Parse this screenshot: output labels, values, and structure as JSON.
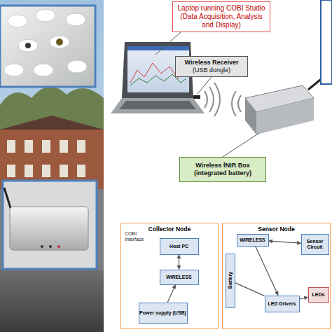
{
  "diagram": {
    "nodes": [
      {
        "text": [
          "Laptop running COBI Studio (Data Acquisition, Analysis and Display)"
        ]
      },
      {
        "text": [
          "Wireless Receiver",
          "(USB dongle)"
        ]
      },
      {
        "text": [
          "Wireless fNIR Box",
          "(integrated battery)"
        ]
      },
      {
        "text": [
          "Collector Node"
        ]
      },
      {
        "text": [
          "Host PC"
        ],
        "in": 3
      },
      {
        "text": [
          "WIRELESS"
        ],
        "in": 3
      },
      {
        "text": [
          "Power supply (USB)"
        ],
        "in": 3
      },
      {
        "text": [
          "Sensor Node"
        ]
      },
      {
        "text": [
          "WIRELESS"
        ],
        "in": 7
      },
      {
        "text": [
          "Sensor Circuit"
        ],
        "in": 7
      },
      {
        "text": [
          "Battery"
        ],
        "in": 7
      },
      {
        "text": [
          "LED Drivers"
        ],
        "in": 7
      },
      {
        "text": [
          "LEDs"
        ],
        "in": 7
      }
    ],
    "edges": [
      {
        "from": 4,
        "to": 5,
        "arrow": "both"
      },
      {
        "from": 6,
        "to": 5,
        "arrow": "to"
      },
      {
        "from": 8,
        "to": 9,
        "arrow": "both"
      },
      {
        "from": 8,
        "to": 11,
        "arrow": "to"
      },
      {
        "from": 11,
        "to": 12,
        "arrow": "to"
      },
      {
        "from": 10,
        "to": 11,
        "arrow": "none"
      }
    ],
    "labels": [
      "COBI Interface"
    ]
  }
}
